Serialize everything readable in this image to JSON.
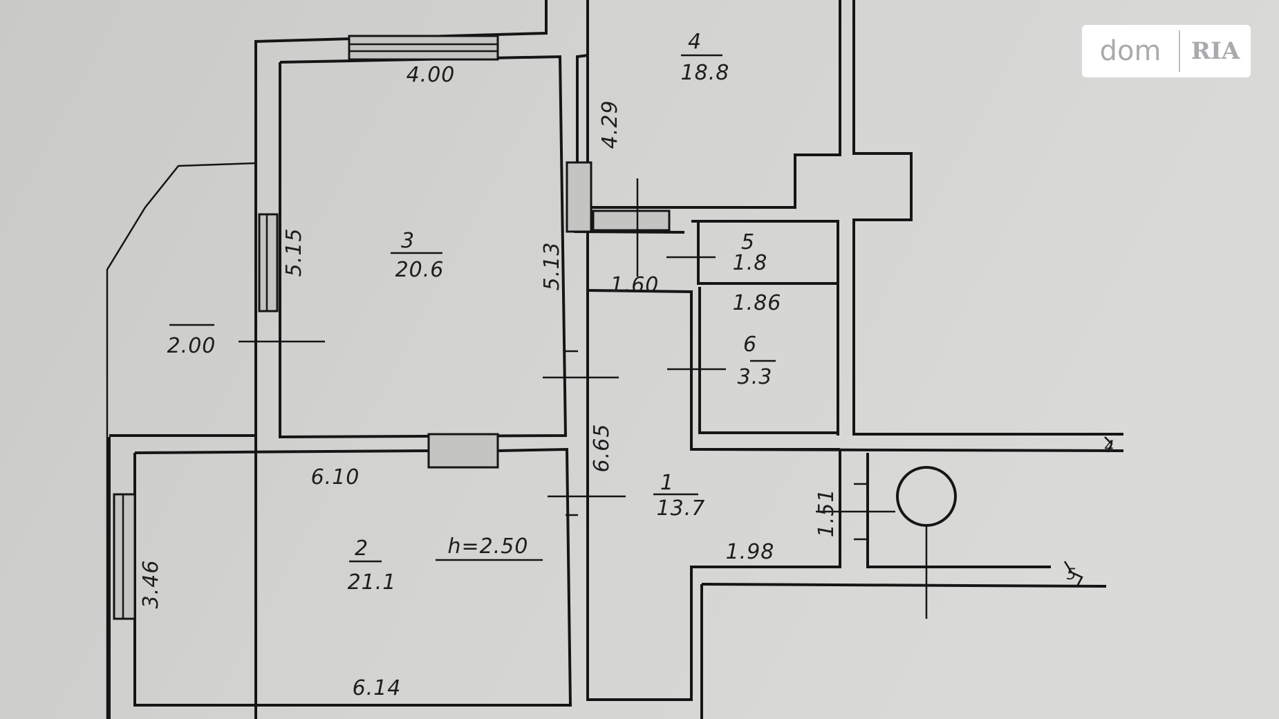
{
  "logo": {
    "left": "dom",
    "right": "RIA"
  },
  "rooms": [
    {
      "number": "1",
      "area": "13.7"
    },
    {
      "number": "2",
      "area": "21.1"
    },
    {
      "number": "3",
      "area": "20.6"
    },
    {
      "number": "4",
      "area": "18.8"
    },
    {
      "number": "5",
      "area": "1.8"
    },
    {
      "number": "6",
      "area": "3.3"
    }
  ],
  "dimensions": [
    "4.00",
    "5.15",
    "2.00",
    "5.13",
    "4.29",
    "1.60",
    "1.86",
    "6.10",
    "6.65",
    "3.46",
    "6.14",
    "1.98",
    "1.51"
  ],
  "ceiling_height": "h=2.50",
  "section_marks": [
    "4",
    "5"
  ]
}
